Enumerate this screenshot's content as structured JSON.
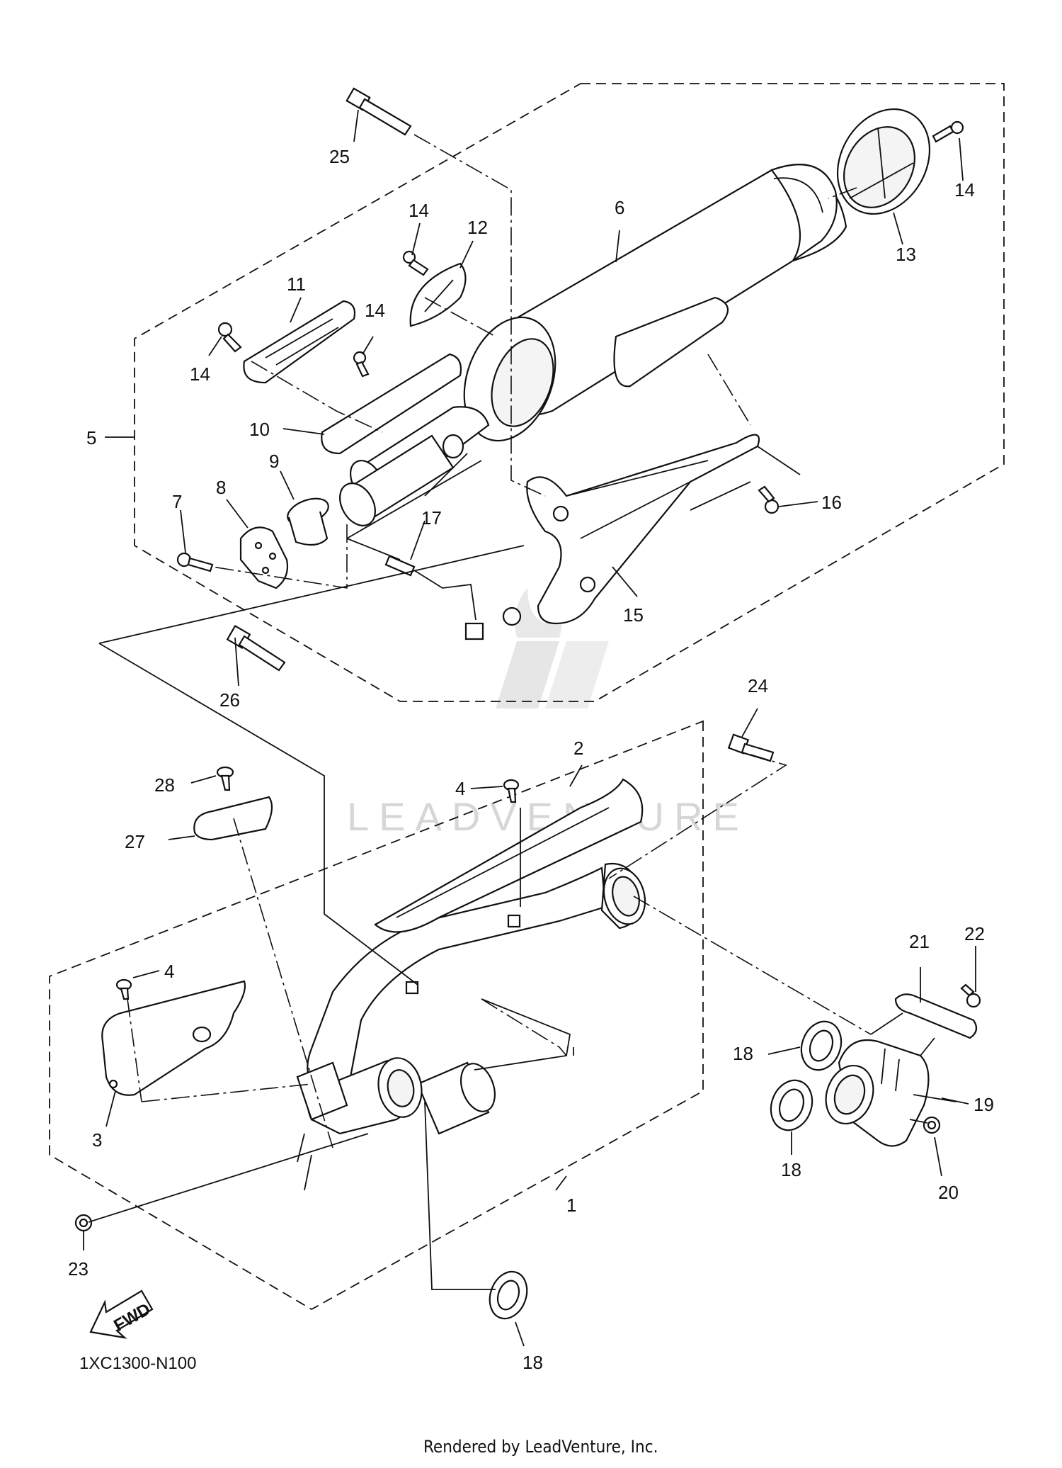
{
  "callouts": {
    "p1": "1",
    "p2": "2",
    "p3": "3",
    "p4a": "4",
    "p4b": "4",
    "p5": "5",
    "p6": "6",
    "p7": "7",
    "p8": "8",
    "p9": "9",
    "p10": "10",
    "p11": "11",
    "p12": "12",
    "p13": "13",
    "p14a": "14",
    "p14b": "14",
    "p14c": "14",
    "p14d": "14",
    "p15": "15",
    "p16": "16",
    "p17": "17",
    "p18a": "18",
    "p18b": "18",
    "p18c": "18",
    "p19": "19",
    "p20": "20",
    "p21": "21",
    "p22": "22",
    "p23": "23",
    "p24": "24",
    "p25": "25",
    "p26": "26",
    "p27": "27",
    "p28": "28"
  },
  "fwd_label": "FWD",
  "diagram_code": "1XC1300-N100",
  "footer": "Rendered by LeadVenture, Inc.",
  "watermark": "LEADVENTURE"
}
